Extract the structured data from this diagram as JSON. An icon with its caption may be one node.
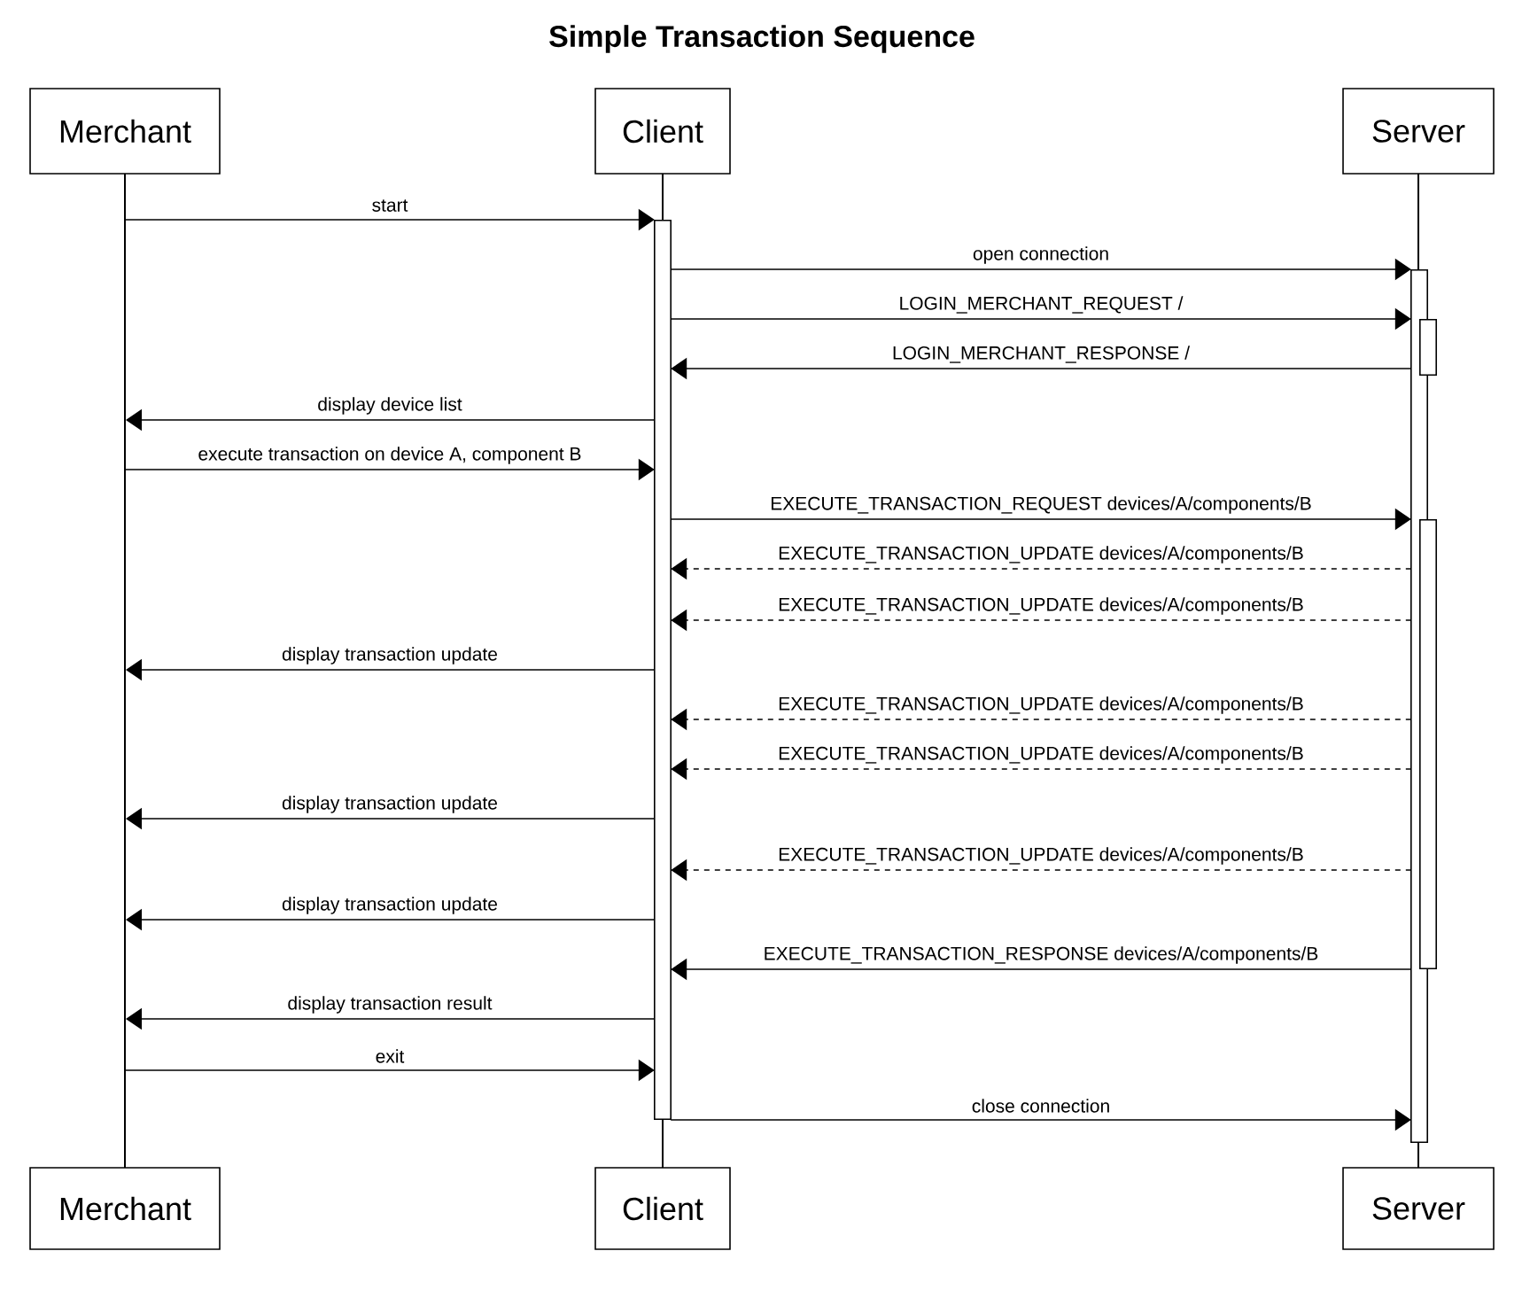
{
  "diagram": {
    "title": "Simple Transaction Sequence",
    "nodes": [
      {
        "text": [
          "Merchant"
        ]
      },
      {
        "text": [
          "Client"
        ]
      },
      {
        "text": [
          "Server"
        ]
      },
      {
        "text": [
          "Merchant"
        ]
      },
      {
        "text": [
          "Client"
        ]
      },
      {
        "text": [
          "Server"
        ]
      },
      {
        "text": [],
        "shape": "line"
      },
      {
        "text": [],
        "shape": "line"
      },
      {
        "text": [],
        "shape": "line"
      },
      {
        "text": [],
        "shape": "bar"
      },
      {
        "text": [],
        "shape": "bar"
      },
      {
        "text": [],
        "shape": "bar"
      },
      {
        "text": [],
        "shape": "bar"
      }
    ],
    "edges": [
      {
        "from": 6,
        "to": 9,
        "arrow": "to",
        "label": "start"
      },
      {
        "from": 9,
        "to": 10,
        "arrow": "to",
        "label": "open connection"
      },
      {
        "from": 9,
        "to": 10,
        "arrow": "to",
        "label": "LOGIN_MERCHANT_REQUEST /"
      },
      {
        "from": 10,
        "to": 9,
        "arrow": "to",
        "label": "LOGIN_MERCHANT_RESPONSE /"
      },
      {
        "from": 9,
        "to": 6,
        "arrow": "to",
        "label": "display device list"
      },
      {
        "from": 6,
        "to": 9,
        "arrow": "to",
        "label": "execute transaction on device A, component B"
      },
      {
        "from": 9,
        "to": 10,
        "arrow": "to",
        "label": "EXECUTE_TRANSACTION_REQUEST devices/A/components/B"
      },
      {
        "from": 10,
        "to": 9,
        "arrow": "to",
        "label": "EXECUTE_TRANSACTION_UPDATE devices/A/components/B",
        "style": "dashed"
      },
      {
        "from": 10,
        "to": 9,
        "arrow": "to",
        "label": "EXECUTE_TRANSACTION_UPDATE devices/A/components/B",
        "style": "dashed"
      },
      {
        "from": 9,
        "to": 6,
        "arrow": "to",
        "label": "display transaction update"
      },
      {
        "from": 10,
        "to": 9,
        "arrow": "to",
        "label": "EXECUTE_TRANSACTION_UPDATE devices/A/components/B",
        "style": "dashed"
      },
      {
        "from": 10,
        "to": 9,
        "arrow": "to",
        "label": "EXECUTE_TRANSACTION_UPDATE devices/A/components/B",
        "style": "dashed"
      },
      {
        "from": 9,
        "to": 6,
        "arrow": "to",
        "label": "display transaction update"
      },
      {
        "from": 10,
        "to": 9,
        "arrow": "to",
        "label": "EXECUTE_TRANSACTION_UPDATE devices/A/components/B",
        "style": "dashed"
      },
      {
        "from": 9,
        "to": 6,
        "arrow": "to",
        "label": "display transaction update"
      },
      {
        "from": 10,
        "to": 9,
        "arrow": "to",
        "label": "EXECUTE_TRANSACTION_RESPONSE devices/A/components/B"
      },
      {
        "from": 9,
        "to": 6,
        "arrow": "to",
        "label": "display transaction result"
      },
      {
        "from": 6,
        "to": 9,
        "arrow": "to",
        "label": "exit"
      },
      {
        "from": 9,
        "to": 10,
        "arrow": "to",
        "label": "close connection"
      }
    ]
  }
}
